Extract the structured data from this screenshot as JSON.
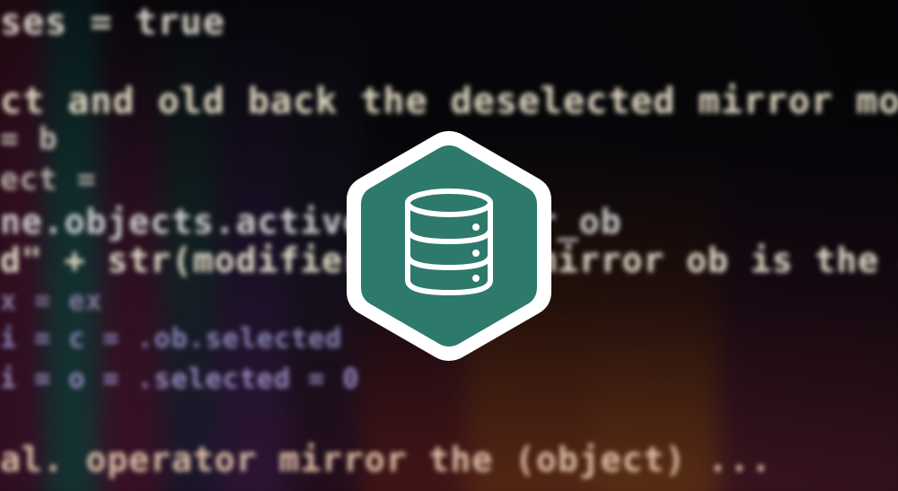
{
  "background_code": {
    "lines": [
      "ses = true",
      "ct  and  old back the deselected mirror modifie",
      "  = b",
      "ect  =",
      "ne.objects.active = mirror_ob",
      "d\" + str(modifier_ob)) # mirror ob is the active o",
      "x     =     ex",
      "i  =  c  =     .ob.selected",
      "i  =  o  =     .selected = 0",
      "al.  operator    mirror the  (object)   ..."
    ],
    "text_colors": [
      "#d8d2c8",
      "#e0d8c0",
      "#8a86b8",
      "#e0c0a8"
    ]
  },
  "badge": {
    "icon": "database-icon",
    "shape": "hexagon",
    "fill_color": "#2d7a6c",
    "border_color": "#ffffff",
    "icon_color": "#ffffff"
  }
}
